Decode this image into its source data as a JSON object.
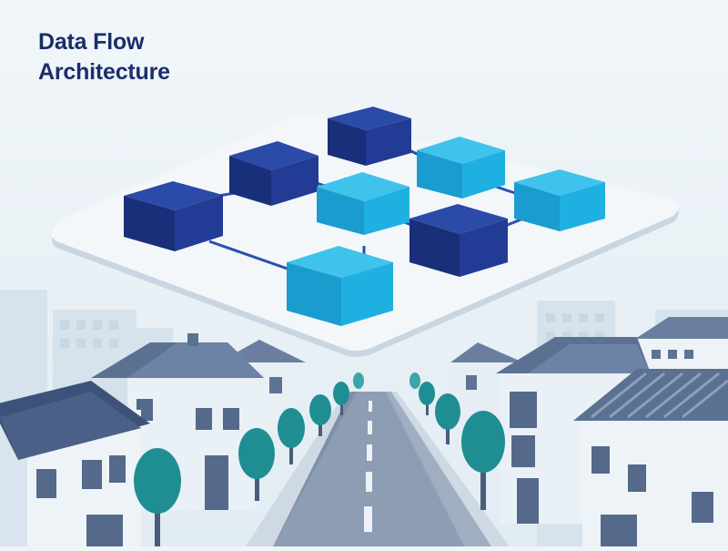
{
  "title": {
    "line1": "Data Flow",
    "line2": "Architecture"
  },
  "colors": {
    "sky": "#eef4f8",
    "title": "#1a2e6b",
    "platform": "#f4f7fa",
    "node_dark": "#1e3a94",
    "node_light": "#1eb4e4",
    "connector": "#2a4fb0",
    "building_wall": "#e6eef5",
    "roof": "#5d7394",
    "tree": "#1f8e93",
    "road": "#8d9db4"
  },
  "icons": [
    "data-node-cube",
    "connector-line",
    "platform-board",
    "house",
    "tree",
    "road"
  ]
}
